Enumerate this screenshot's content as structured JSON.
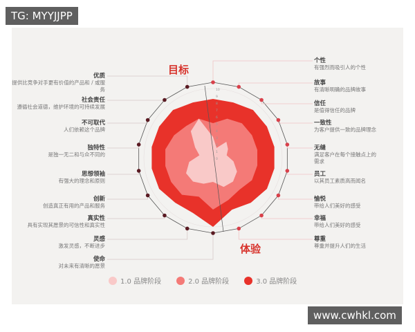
{
  "watermarks": {
    "top_left": "TG: MYYJJPP",
    "bottom_right": "www.cwhkl.com"
  },
  "colors": {
    "stage1": "#f9c9c8",
    "stage2": "#f47a77",
    "stage3": "#e8322a",
    "accent": "#d7332c",
    "left_dot": "#5a1a22",
    "right_dot": "#d9404a"
  },
  "chart_data": {
    "type": "radar",
    "group_labels": {
      "top": "目标",
      "bottom": "体验"
    },
    "scale": [
      0,
      10
    ],
    "ticks": [
      "0",
      "1",
      "2",
      "3",
      "4",
      "5",
      "6",
      "7",
      "8",
      "9",
      "10"
    ],
    "axes": [
      {
        "title": "个性",
        "desc": "有强烈而吸引人的个性"
      },
      {
        "title": "故事",
        "desc": "有清晰明确的品牌故事"
      },
      {
        "title": "信任",
        "desc": "是值得信任的品牌"
      },
      {
        "title": "一致性",
        "desc": "为客户提供一致的品牌理念"
      },
      {
        "title": "无缝",
        "desc": "满足客户在每个接触点上的需求"
      },
      {
        "title": "员工",
        "desc": "以其员工素质高而闻名"
      },
      {
        "title": "愉悦",
        "desc": "带给人们美好的感受"
      },
      {
        "title": "幸福",
        "desc": "带给人们美好的感受"
      },
      {
        "title": "尊重",
        "desc": "尊重并提升人们的生活"
      },
      {
        "title": "使命",
        "desc": "对未来有清晰的愿景"
      },
      {
        "title": "灵感",
        "desc": "激发灵感，不断进步"
      },
      {
        "title": "真实性",
        "desc": "具有实现其愿景的可信性和真实性"
      },
      {
        "title": "创新",
        "desc": "创造真正有用的产品和服务"
      },
      {
        "title": "思想领袖",
        "desc": "有强大的理念和原则"
      },
      {
        "title": "独特性",
        "desc": "是独一无二和与众不同的"
      },
      {
        "title": "不可取代",
        "desc": "人们依赖这个品牌"
      },
      {
        "title": "社会责任",
        "desc": "遵循社会道德，维护环境的可持续发展"
      },
      {
        "title": "优质",
        "desc": "提供比竞争对手更有价值的产品和 / 或服务"
      }
    ],
    "series": [
      {
        "name": "3.0 品牌阶段",
        "values": [
          8.5,
          8.5,
          9,
          9,
          9,
          9,
          9,
          8.5,
          8,
          10,
          8.5,
          8.5,
          9,
          9,
          9,
          9,
          9,
          8.5
        ]
      },
      {
        "name": "2.0 品牌阶段",
        "values": [
          5,
          6,
          6.5,
          6.5,
          6.5,
          6.5,
          6.5,
          6,
          6.5,
          7.5,
          6,
          7,
          7,
          7,
          7,
          6.5,
          6,
          6
        ]
      },
      {
        "name": "1.0 品牌阶段",
        "values": [
          3,
          1.5,
          3,
          2.5,
          2,
          3,
          4,
          4.5,
          4.5,
          3.5,
          4,
          4.5,
          4.5,
          3.5,
          2,
          3,
          5,
          6
        ]
      }
    ],
    "legend": [
      "1.0 品牌阶段",
      "2.0 品牌阶段",
      "3.0 品牌阶段"
    ],
    "legend_position": "bottom"
  }
}
